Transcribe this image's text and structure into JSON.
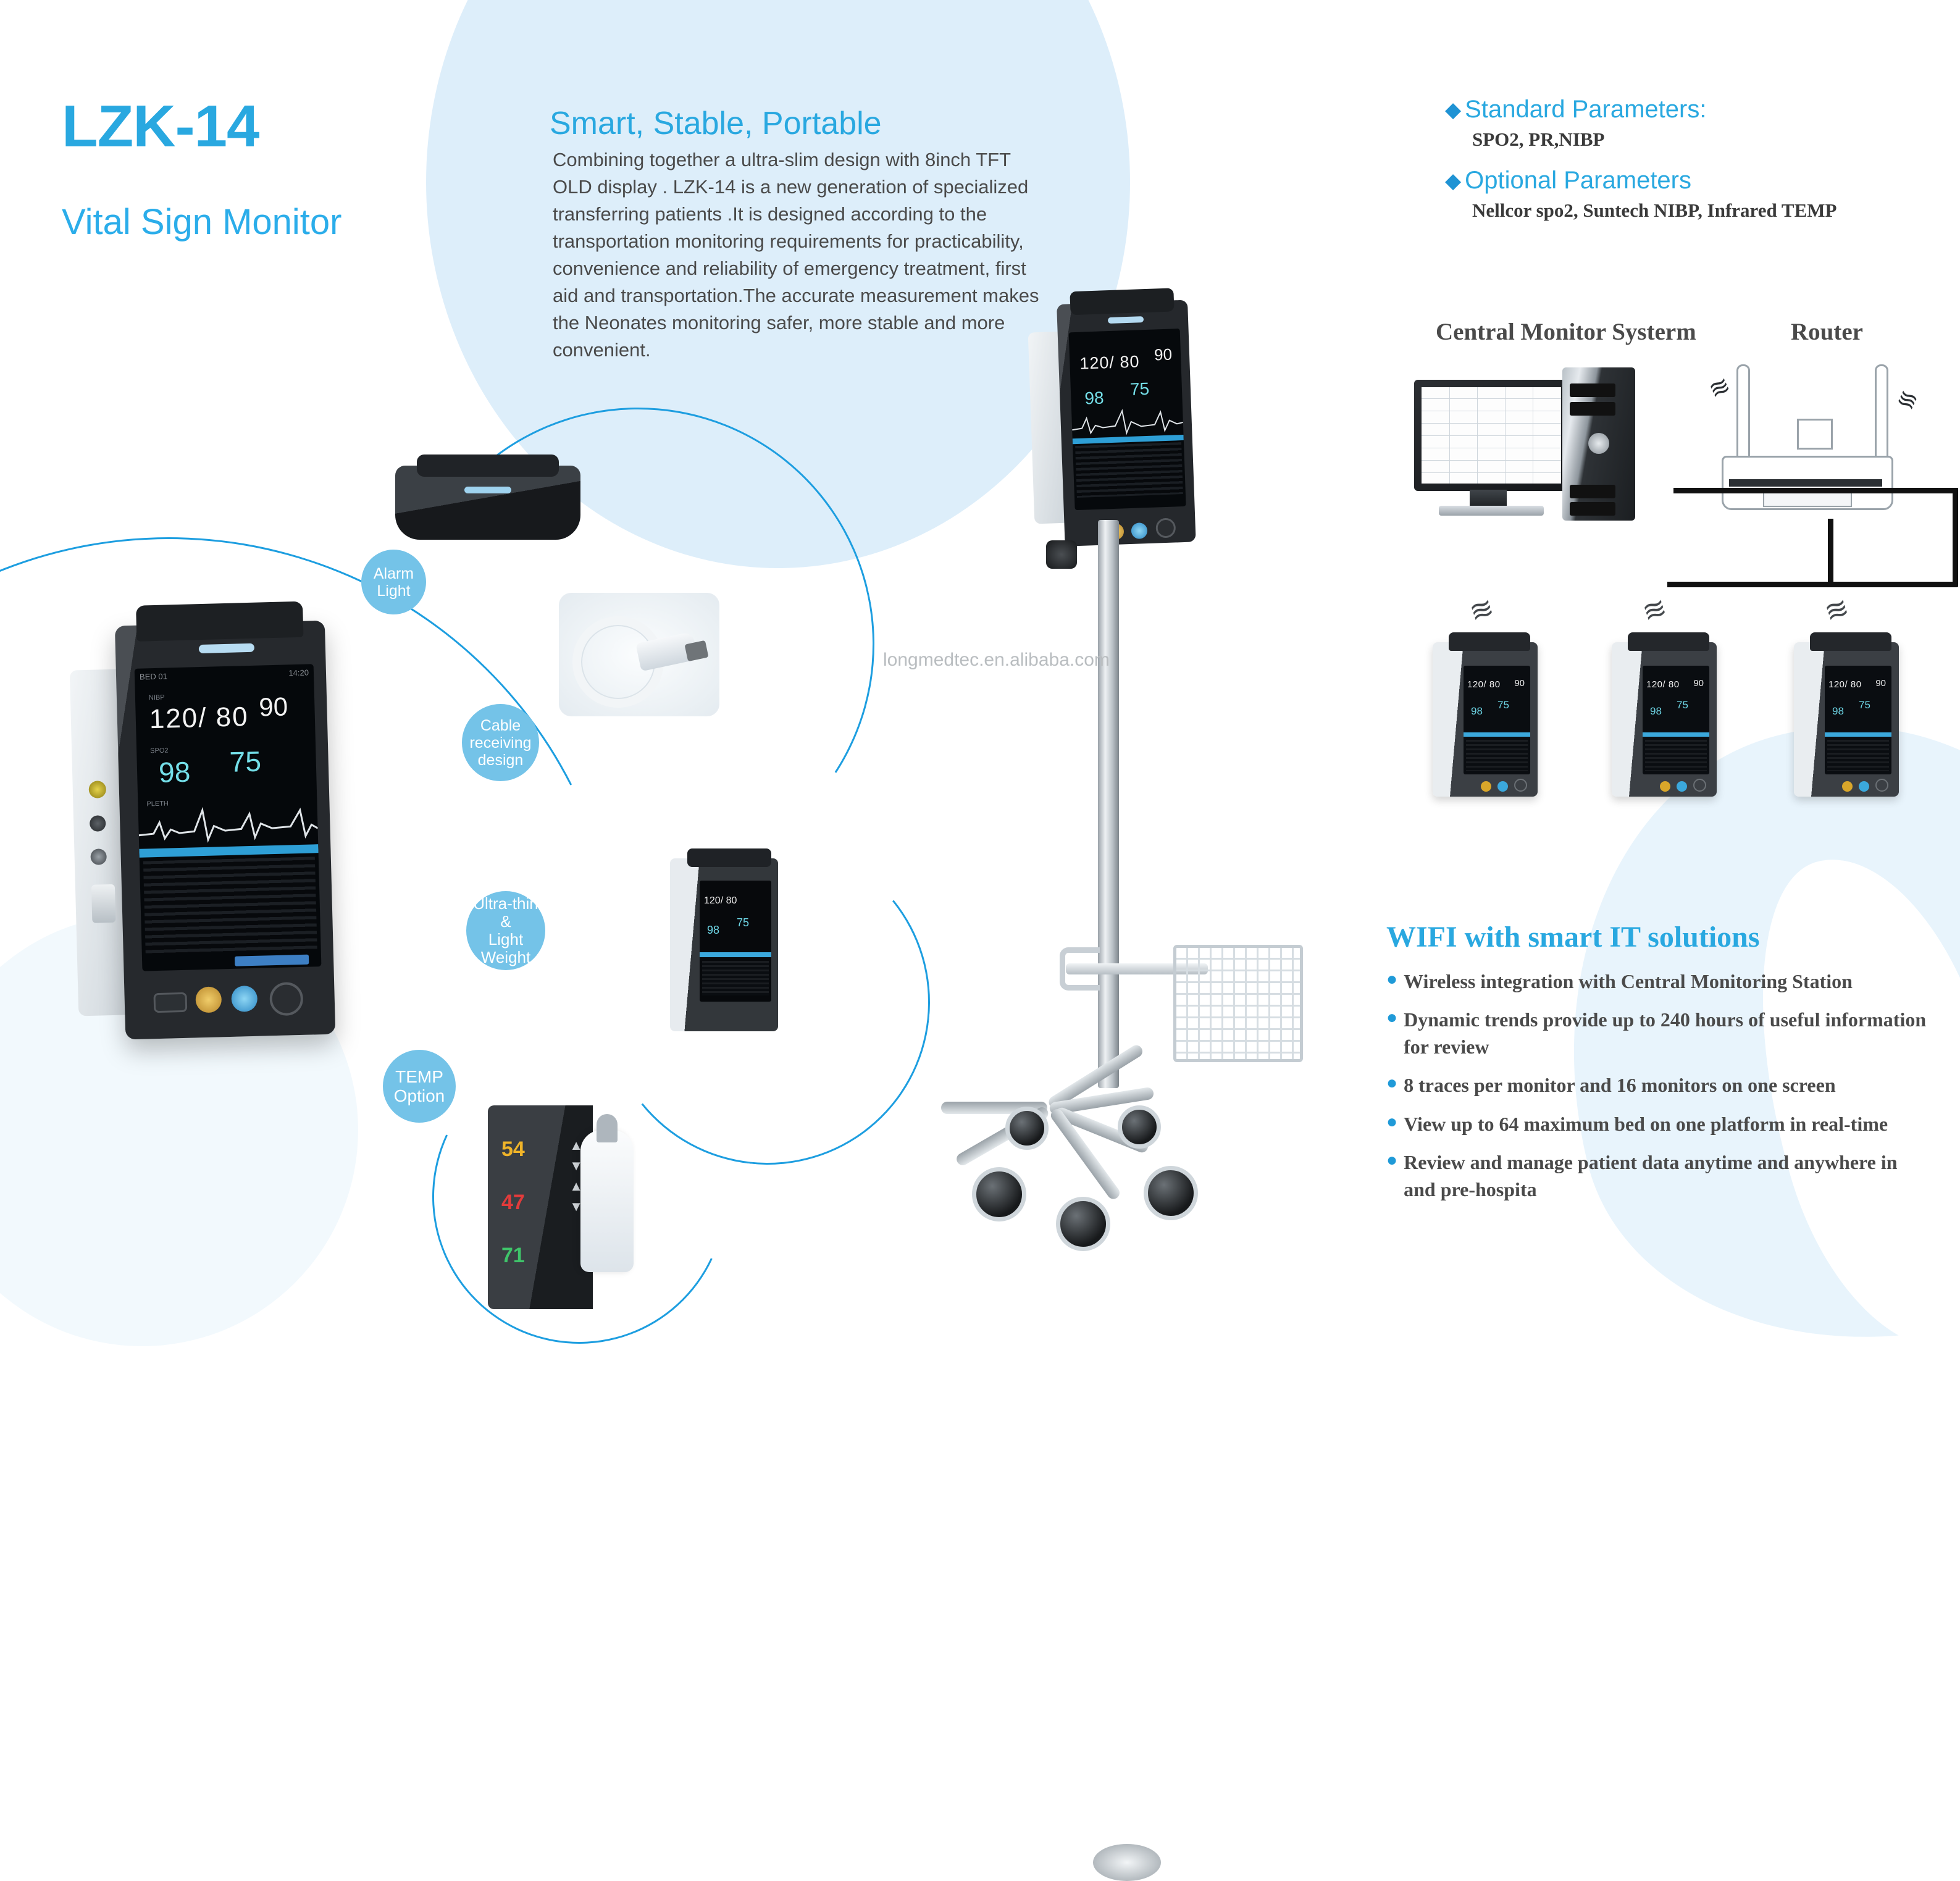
{
  "header": {
    "product_title": "LZK-14",
    "product_subtitle": "Vital Sign Monitor",
    "tagline": "Smart, Stable, Portable",
    "description": "Combining together a ultra-slim design with 8inch TFT OLD display . LZK-14 is a new generation of specialized transferring patients .It is designed according to the transportation monitoring requirements for practicability, convenience and reliability of emergency treatment, first aid and transportation.The accurate measurement makes the Neonates monitoring safer, more stable and more convenient."
  },
  "parameters": {
    "standard_heading": "Standard Parameters:",
    "standard_values": "SPO2, PR,NIBP",
    "optional_heading": "Optional Parameters",
    "optional_values": "Nellcor spo2, Suntech NIBP, Infrared TEMP",
    "bullet_glyph": "◆"
  },
  "network_diagram": {
    "cms_title": "Central Monitor Systerm",
    "router_title": "Router",
    "wifi_glyph": "≋",
    "monitors": [
      {
        "bp": "120/ 80",
        "pr": "90",
        "spo2": "98",
        "hr": "75"
      },
      {
        "bp": "120/ 80",
        "pr": "90",
        "spo2": "98",
        "hr": "75"
      },
      {
        "bp": "120/ 80",
        "pr": "90",
        "spo2": "98",
        "hr": "75"
      }
    ]
  },
  "callouts": {
    "alarm_light": "Alarm Light",
    "cable_line1": "Cable",
    "cable_line2": "receiving design",
    "thin_line1": "Ultra-thin &",
    "thin_line2": "Light Weight",
    "temp_line1": "TEMP",
    "temp_line2": "Option"
  },
  "device_screen": {
    "bp": "120/ 80",
    "pr": "90",
    "spo2": "98",
    "hr": "75",
    "label_nibp": "NIBP",
    "label_spo2": "SPO2",
    "label_pulse": "PLETH",
    "clock": "14:20",
    "bed": "BED 01"
  },
  "temp_inset": {
    "value1": "54",
    "value2": "47",
    "value3": "71"
  },
  "watermark": "longmedtec.en.alibaba.com",
  "wifi": {
    "title": "WIFI with smart IT solutions",
    "dot_glyph": "●",
    "items": [
      "Wireless integration with Central Monitoring Station",
      "Dynamic trends provide up to 240 hours of useful information for review",
      "8 traces per monitor and 16 monitors on one screen",
      "View up to 64 maximum bed on one platform in real-time",
      "Review and manage patient data anytime and anywhere in and pre-hospita"
    ]
  },
  "colors": {
    "accent": "#29a8e0",
    "callout_bg": "#74c3e8",
    "body_text": "#4a4a4a",
    "pale_blue": "#ddeefa"
  }
}
